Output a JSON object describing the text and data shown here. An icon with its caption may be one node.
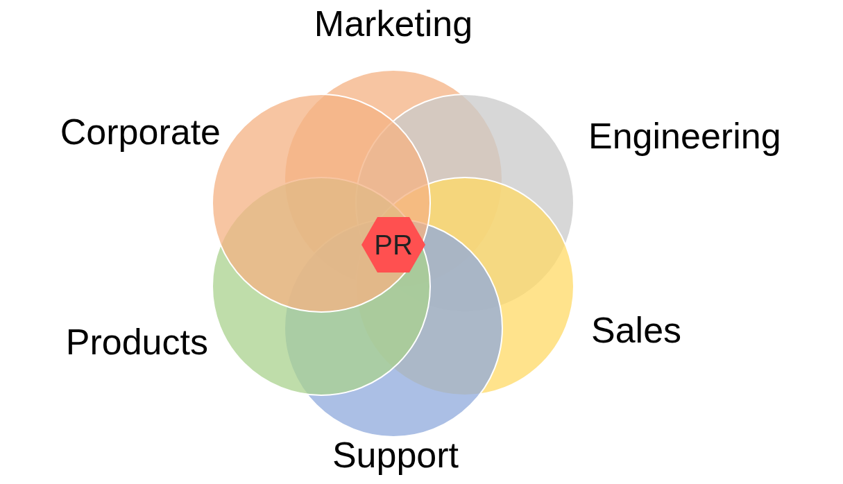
{
  "diagram": {
    "nodes": [
      {
        "text": [
          "Marketing"
        ]
      },
      {
        "text": [
          "Corporate"
        ]
      },
      {
        "text": [
          "Engineering"
        ]
      },
      {
        "text": [
          "Sales"
        ]
      },
      {
        "text": [
          "Products"
        ]
      },
      {
        "text": [
          "Support"
        ]
      },
      {
        "text": [
          "PR"
        ]
      }
    ]
  }
}
